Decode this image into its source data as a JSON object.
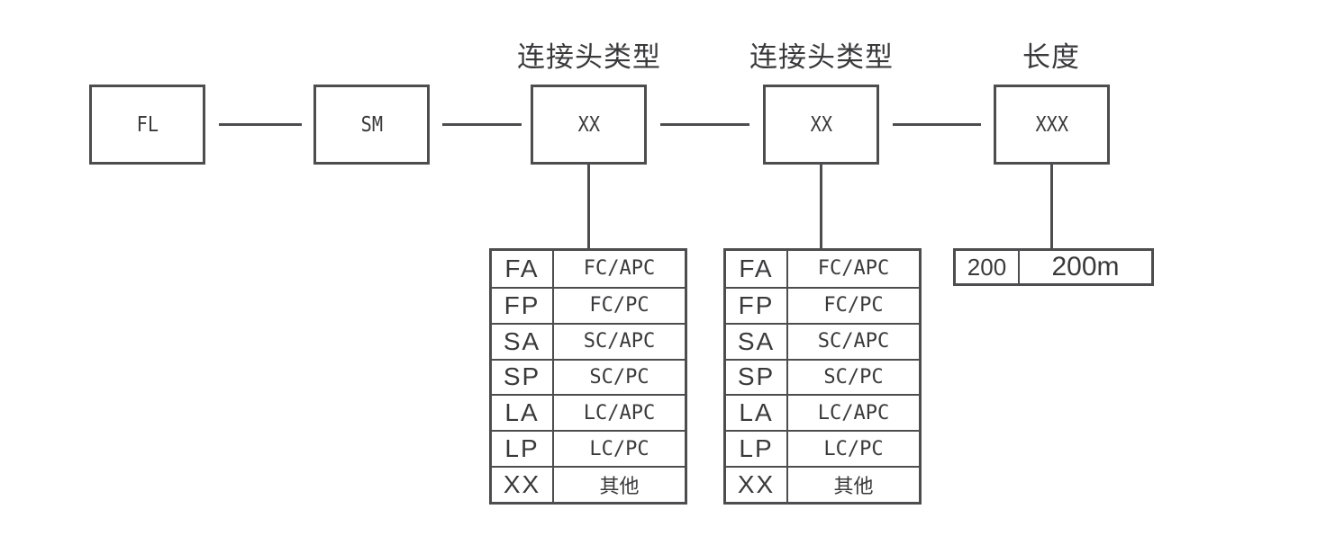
{
  "labels": {
    "connector_type_1": "连接头类型",
    "connector_type_2": "连接头类型",
    "length": "长度"
  },
  "boxes": [
    {
      "label": "FL"
    },
    {
      "label": "SM"
    },
    {
      "label": "XX"
    },
    {
      "label": "XX"
    },
    {
      "label": "XXX"
    }
  ],
  "tables": [
    {
      "rows": [
        [
          "FA",
          "FC/APC"
        ],
        [
          "FP",
          "FC/PC"
        ],
        [
          "SA",
          "SC/APC"
        ],
        [
          "SP",
          "SC/PC"
        ],
        [
          "LA",
          "LC/APC"
        ],
        [
          "LP",
          "LC/PC"
        ],
        [
          "XX",
          "其他"
        ]
      ]
    },
    {
      "rows": [
        [
          "FA",
          "FC/APC"
        ],
        [
          "FP",
          "FC/PC"
        ],
        [
          "SA",
          "SC/APC"
        ],
        [
          "SP",
          "SC/PC"
        ],
        [
          "LA",
          "LC/APC"
        ],
        [
          "LP",
          "LC/PC"
        ],
        [
          "XX",
          "其他"
        ]
      ]
    }
  ],
  "length_table": {
    "code": "200",
    "value": "200m"
  },
  "colors": {
    "line": "#4d4d4f",
    "text": "#3a3a3c",
    "background": "#ffffff"
  }
}
